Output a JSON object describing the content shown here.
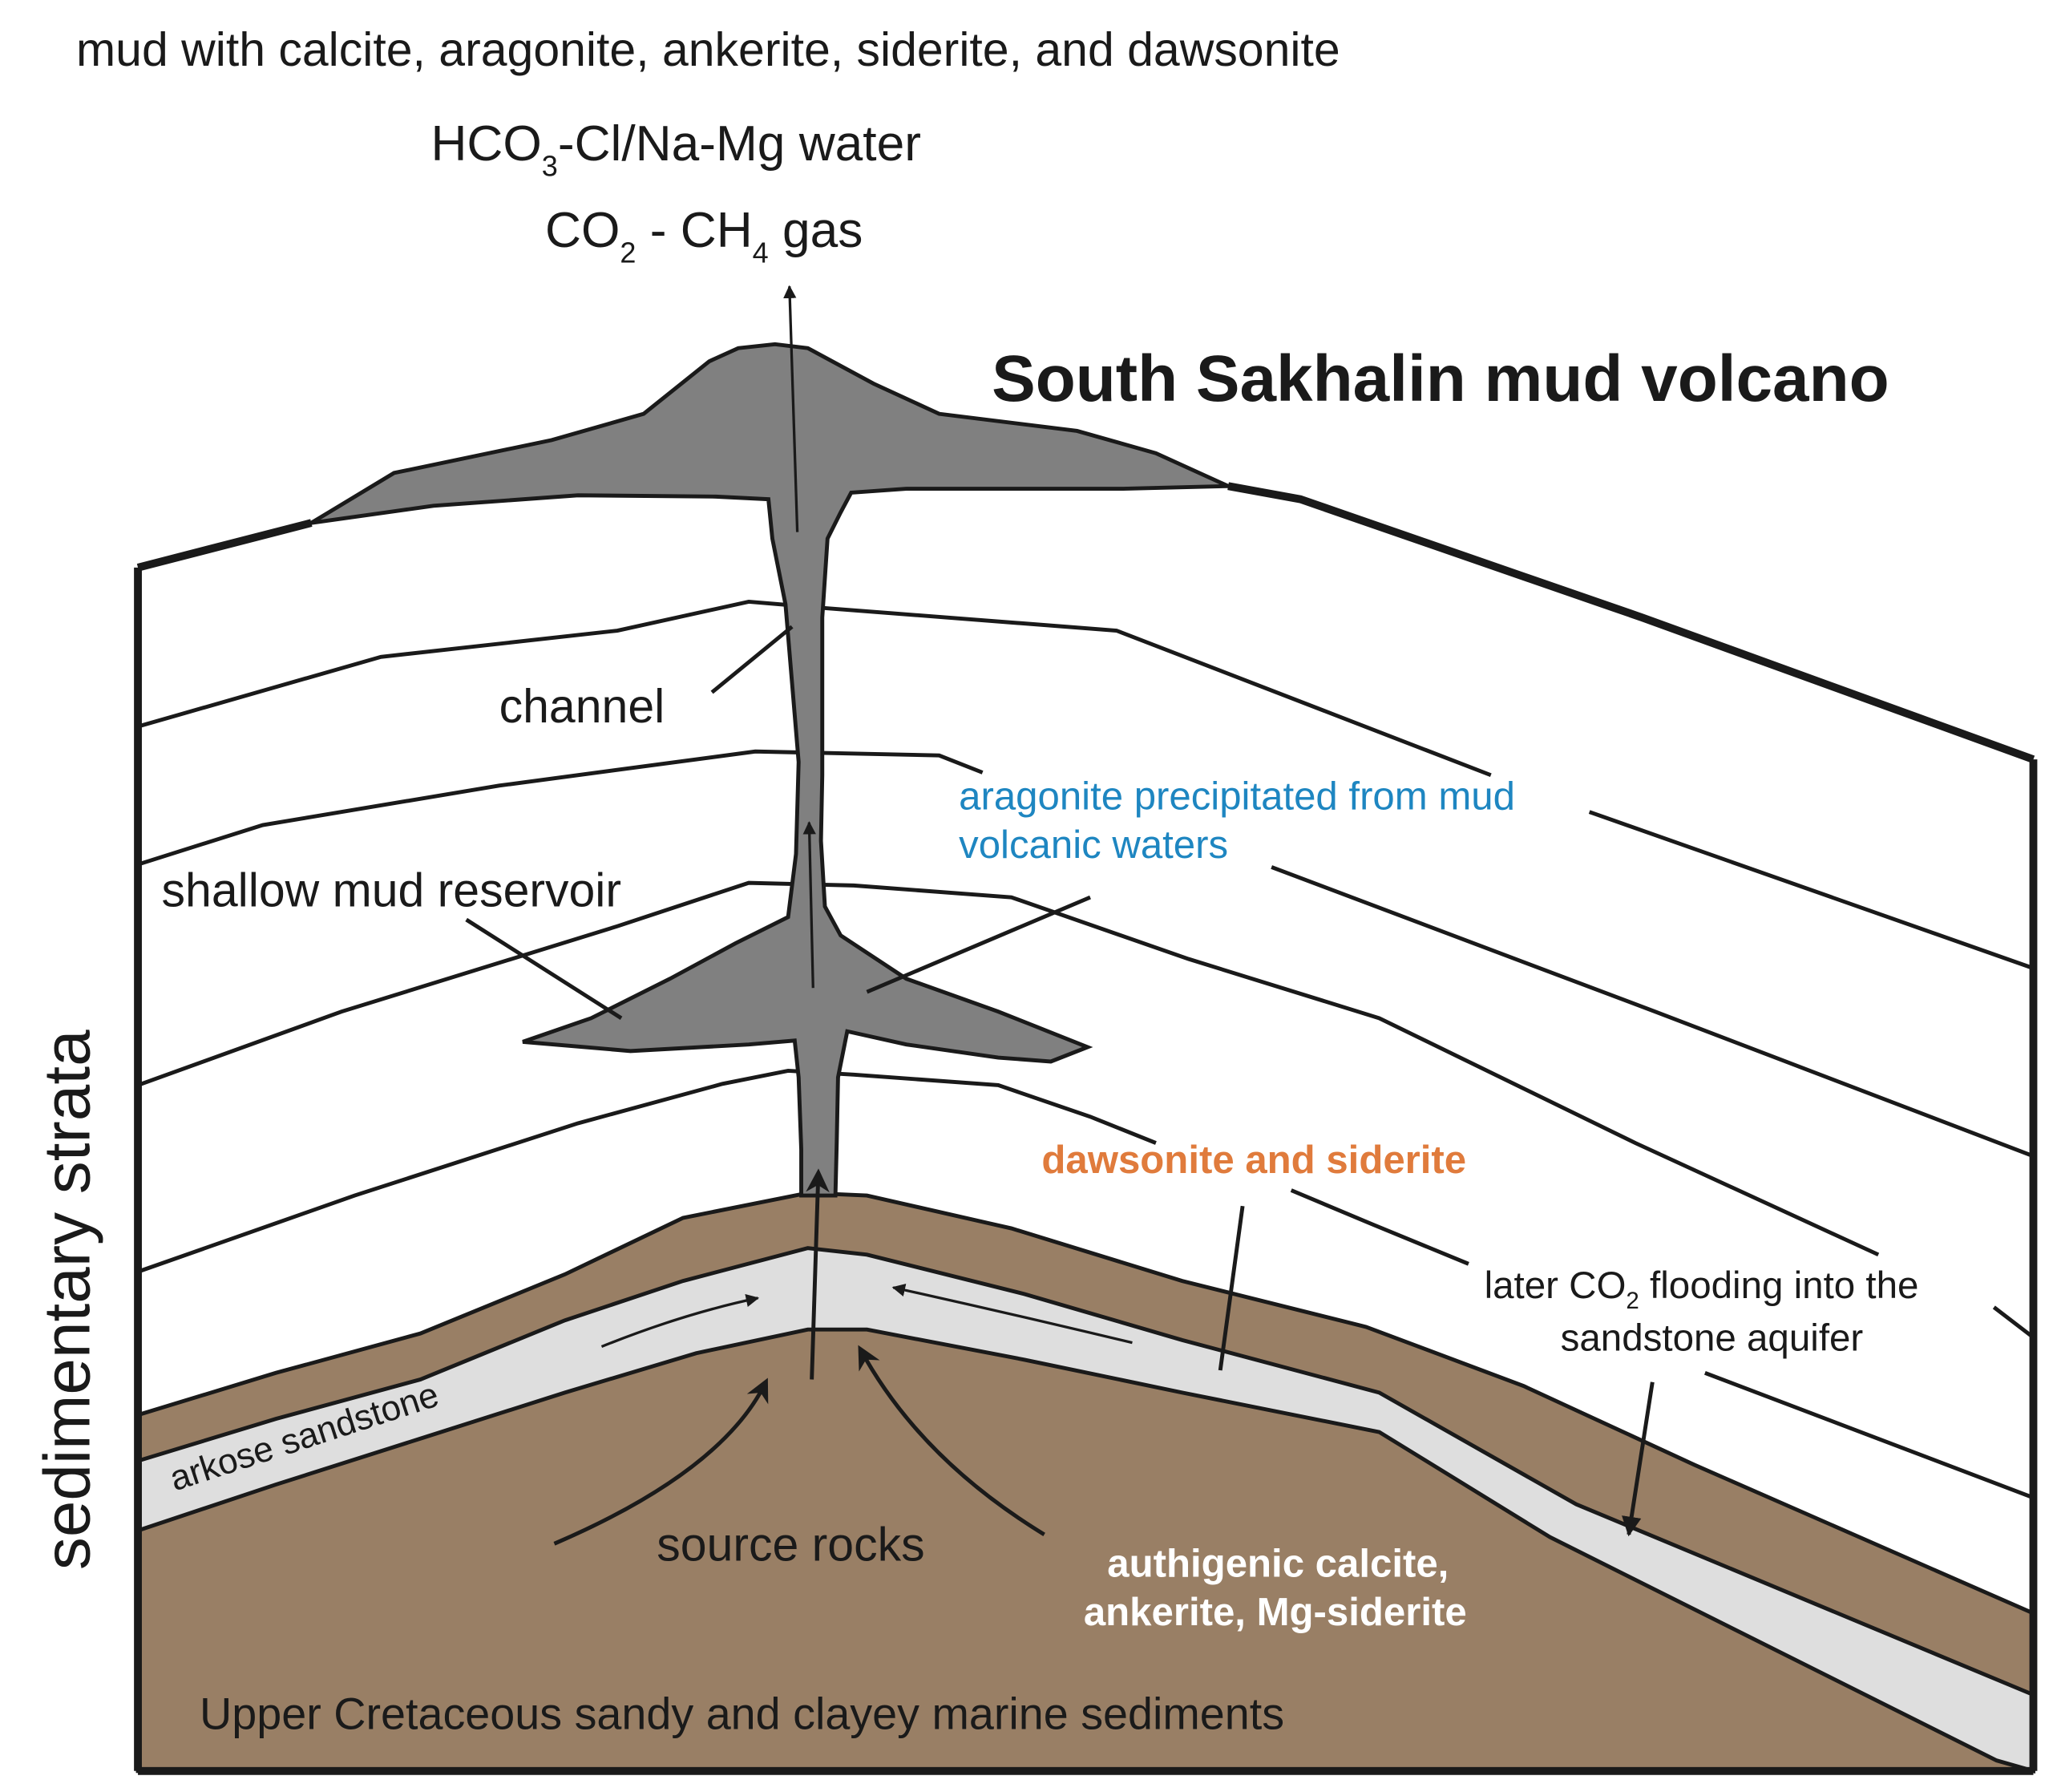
{
  "title": "South Sakhalin mud volcano",
  "top_labels": {
    "mud": "mud with calcite, aragonite, ankerite, siderite, and dawsonite",
    "water_pre": "HCO",
    "water_sub": "3",
    "water_post": "-Cl/Na-Mg water",
    "gas_a": "CO",
    "gas_a_sub": "2",
    "gas_mid": " - CH",
    "gas_b_sub": "4",
    "gas_post": " gas"
  },
  "labels": {
    "channel": "channel",
    "shallow_reservoir": "shallow mud reservoir",
    "aragonite_line1": "aragonite precipitated from mud",
    "aragonite_line2": "volcanic waters",
    "dawsonite": "dawsonite and siderite",
    "flooding_pre": "later CO",
    "flooding_sub": "2",
    "flooding_post": " flooding into the",
    "flooding_line2": "sandstone aquifer",
    "arkose": "arkose sandstone",
    "source_rocks": "source rocks",
    "authigenic_line1": "authigenic calcite,",
    "authigenic_line2": "ankerite, Mg-siderite",
    "upper_cretaceous": "Upper Cretaceous sandy and clayey marine sediments",
    "side_label": "sedimentary strata"
  },
  "colors": {
    "mud": "#808080",
    "brown_sediment": "#997f65",
    "sandstone": "#dedede",
    "aragonite_text": "#1e86c1",
    "dawsonite_text": "#e07b3c",
    "outline": "#1a1a1a"
  }
}
